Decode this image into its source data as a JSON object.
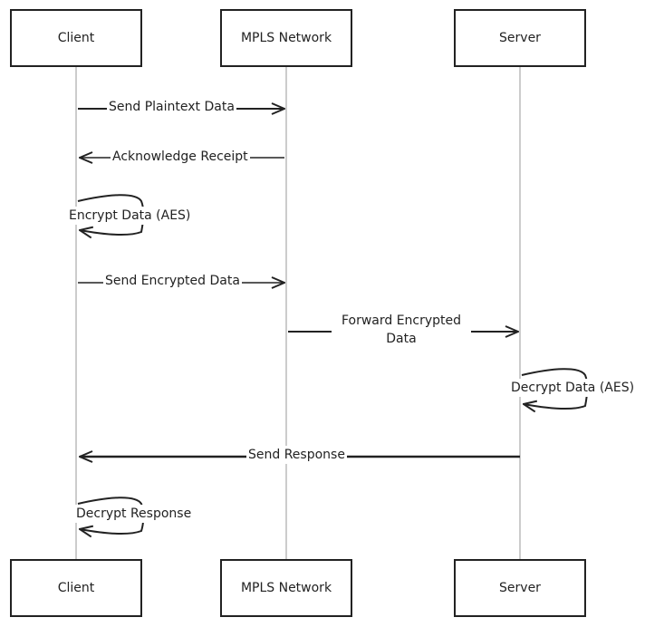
{
  "participants": {
    "client": "Client",
    "network": "MPLS Network",
    "server": "Server"
  },
  "messages": {
    "m1": "Send Plaintext Data",
    "m2": "Acknowledge Receipt",
    "m3": "Encrypt Data (AES)",
    "m4": "Send Encrypted Data",
    "m5": "Forward Encrypted Data",
    "m6": "Decrypt Data (AES)",
    "m7": "Send Response",
    "m8": "Decrypt Response"
  },
  "colors": {
    "stroke": "#222222",
    "lifeline": "#999999",
    "background": "#ffffff"
  }
}
